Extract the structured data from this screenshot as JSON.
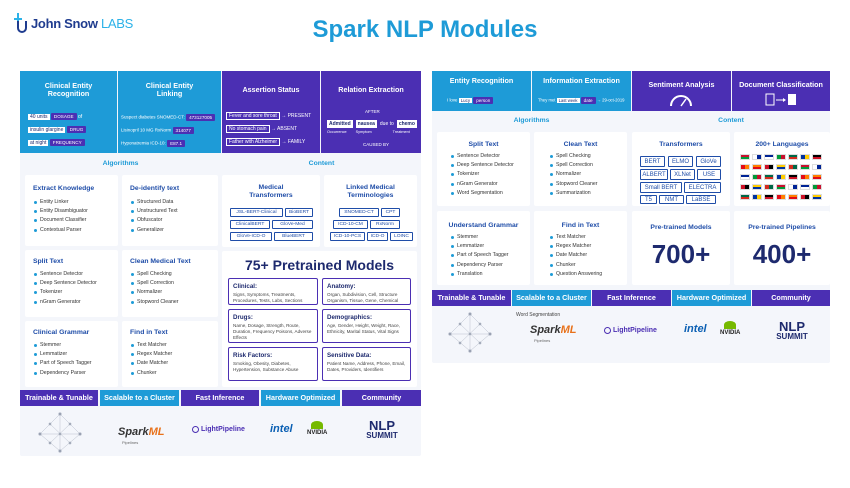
{
  "brand": {
    "name": "John Snow",
    "suffix": "LABS"
  },
  "title": "Spark NLP Modules",
  "left": {
    "headers": {
      "entity_recognition": "Clinical Entity Recognition",
      "entity_linking": "Clinical Entity Linking",
      "assertion": "Assertion Status",
      "relation": "Relation Extraction"
    },
    "ner_examples": [
      {
        "text": "40 units",
        "tag": "DOSAGE",
        "suffix": "of"
      },
      {
        "text": "insulin glargine",
        "tag": "DRUG",
        "suffix": ""
      },
      {
        "text": "at night",
        "tag": "FREQUENCY",
        "suffix": ""
      }
    ],
    "linking_examples": [
      {
        "text": "Suspect diabetes",
        "sys": "SNOMED-CT:",
        "code": "473127005"
      },
      {
        "text": "Lisinopril 10 MG",
        "sys": "RxNorm",
        "code": "314077"
      },
      {
        "text": "Hyponatremia",
        "sys": "ICD-10:",
        "code": "E87.1"
      }
    ],
    "assertion_examples": [
      {
        "text": "Fever and sore throat",
        "label": "PRESENT"
      },
      {
        "text": "No stomach pain",
        "label": "ABSENT"
      },
      {
        "text": "Father with Alzheimer",
        "label": "FAMILY"
      }
    ],
    "relation": {
      "after": "AFTER",
      "caused_by": "CAUSED BY",
      "chain": [
        "Admitted",
        "nausea",
        "due to",
        "chemo"
      ],
      "labels": [
        "Occurrence",
        "Symptom",
        "",
        "Treatment"
      ]
    },
    "algorithms_label": "Algorithms",
    "content_label": "Content",
    "algo_cards": [
      {
        "title": "Extract Knowledge",
        "items": [
          "Entity Linker",
          "Entity Disambiguator",
          "Document Classifier",
          "Contextual Parser"
        ]
      },
      {
        "title": "De-identify text",
        "items": [
          "Structured Data",
          "Unstructured Text",
          "Obfuscator",
          "Generalizer"
        ]
      },
      {
        "title": "Split Text",
        "items": [
          "Sentence Detector",
          "Deep Sentence Detector",
          "Tokenizer",
          "nGram Generator"
        ]
      },
      {
        "title": "Clean Medical Text",
        "items": [
          "Spell Checking",
          "Spell Correction",
          "Normalizer",
          "Stopword Cleaner"
        ]
      },
      {
        "title": "Clinical Grammar",
        "items": [
          "Stemmer",
          "Lemmatizer",
          "Part of Speech Tagger",
          "Dependency Parser"
        ]
      },
      {
        "title": "Find in Text",
        "items": [
          "Text Matcher",
          "Regex Matcher",
          "Date Matcher",
          "Chunker"
        ]
      }
    ],
    "medical_transformers": {
      "title": "Medical Transformers",
      "tags": [
        "JSL-BERT-Clinical",
        "BioBERT",
        "ClinicalBERT",
        "GloVe-Med",
        "GloVe-ICD-O",
        "BlueBERT"
      ]
    },
    "terminologies": {
      "title": "Linked Medical Terminologies",
      "tags": [
        "SNOMED-CT",
        "CPT",
        "ICD-10-CM",
        "RxNorm",
        "ICD-10-PCS",
        "ICD-O",
        "LOINC"
      ]
    },
    "pretrained": {
      "title": "75+ Pretrained Models",
      "boxes": [
        {
          "h": "Clinical:",
          "t": "Signs, Symptoms, Treatments, Procedures, Tests, Labs, Sections"
        },
        {
          "h": "Anatomy:",
          "t": "Organ, Subdivision, Cell, Structure Organism, Tissue, Gene, Chemical"
        },
        {
          "h": "Drugs:",
          "t": "Name, Dosage, Strength, Route, Duration, Frequency Poisons, Adverse Effects"
        },
        {
          "h": "Demographics:",
          "t": "Age, Gender, Height, Weight, Race, Ethnicity, Marital Status, Vital Signs"
        },
        {
          "h": "Risk Factors:",
          "t": "Smoking, Obesity, Diabetes, Hypertension, Substance Abuse"
        },
        {
          "h": "Sensitive Data:",
          "t": "Patient Name, Address, Phone, Email, Dates, Providers, Identifiers"
        }
      ]
    }
  },
  "footer": {
    "labels": [
      "Trainable & Tunable",
      "Scalable to a Cluster",
      "Fast Inference",
      "Hardware Optimized",
      "Community"
    ],
    "spark": "Spark",
    "ml": "ML",
    "pipelines": "Pipelines",
    "lightpipeline": "LightPipeline",
    "intel": "intel",
    "nvidia": "NVIDIA",
    "nlp": "NLP",
    "summit": "SUMMIT",
    "word_seg": "Word Segmentation"
  },
  "right": {
    "headers": {
      "entity_recognition": "Entity Recognition",
      "info_extraction": "Information Extraction",
      "sentiment": "Sentiment Analysis",
      "doc_class": "Document Classification"
    },
    "er_example": {
      "pre": "I love",
      "word": "Lucy",
      "tag": "person"
    },
    "ie_example": {
      "pre": "They met",
      "word": "Last week",
      "tag": "date",
      "post": "→ 29-oct-2019"
    },
    "algorithms_label": "Algorithms",
    "content_label": "Content",
    "algo_cards": [
      {
        "title": "Split Text",
        "items": [
          "Sentence Detector",
          "Deep Sentence Detector",
          "Tokenizer",
          "nGram Generator",
          "Word Segmentation"
        ]
      },
      {
        "title": "Clean Text",
        "items": [
          "Spell Checking",
          "Spell Correction",
          "Normalizer",
          "Stopword Cleaner",
          "Summarization"
        ]
      },
      {
        "title": "Understand Grammar",
        "items": [
          "Stemmer",
          "Lemmatizer",
          "Part of Speech Tagger",
          "Dependency Parser",
          "Translation"
        ]
      },
      {
        "title": "Find in Text",
        "items": [
          "Text Matcher",
          "Regex Matcher",
          "Date Matcher",
          "Chunker",
          "Question Answering"
        ]
      }
    ],
    "transformers": {
      "title": "Transformers",
      "tags": [
        "BERT",
        "ELMO",
        "GloVe",
        "ALBERT",
        "XLNet",
        "USE",
        "Small BERT",
        "ELECTRA",
        "T5",
        "NMT",
        "LaBSE"
      ]
    },
    "languages": {
      "title": "200+ Languages"
    },
    "pretrained_models": {
      "title": "Pre-trained Models",
      "value": "700+"
    },
    "pretrained_pipelines": {
      "title": "Pre-trained Pipelines",
      "value": "400+"
    }
  },
  "colors": {
    "blue": "#1e9bd7",
    "purple": "#4b2fb3",
    "navy": "#1e2a6e"
  }
}
